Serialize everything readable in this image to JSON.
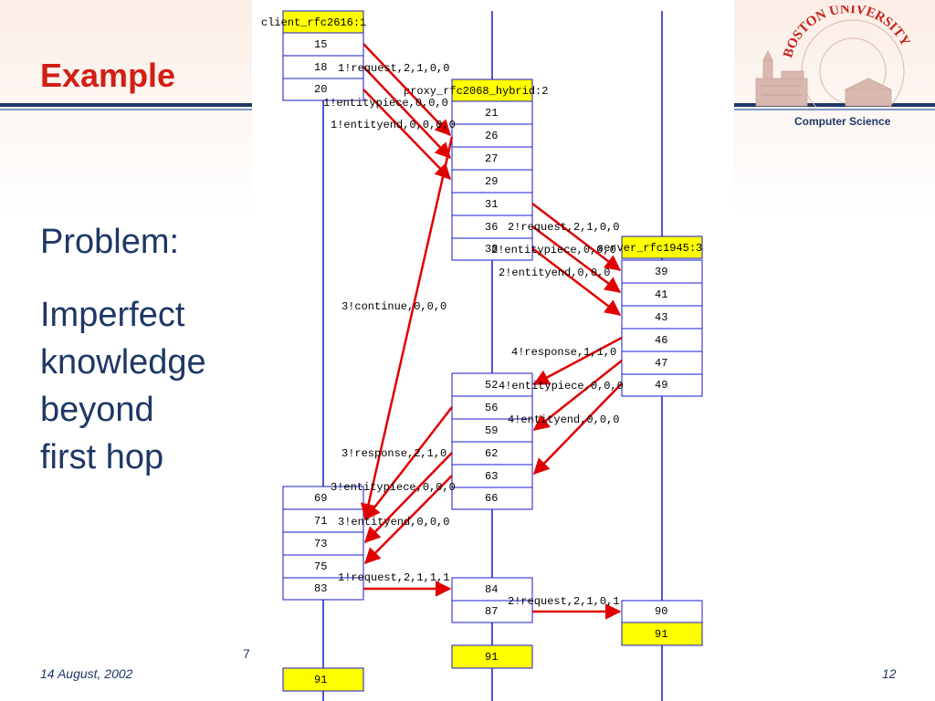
{
  "slide": {
    "title": "Example",
    "problem_label": "Problem:",
    "body_lines": [
      "Imperfect",
      "knowledge",
      "beyond",
      "first hop"
    ],
    "date": "14 August, 2002",
    "page_number": "12",
    "partial_footer": "7",
    "logo_text": "BOSTON UNIVERSITY",
    "department": "Computer Science"
  },
  "colors": {
    "title": "#d21e16",
    "text": "#1e3766",
    "lifeline": "#1a1acc",
    "box_border": "#1a1acc",
    "header_fill": "#ffff00",
    "arrow": "#e00000"
  },
  "diagram": {
    "lifelines": [
      {
        "header": "client_rfc2616:1",
        "boxes": [
          {
            "label": "15"
          },
          {
            "label": "18"
          },
          {
            "label": "20"
          },
          {
            "label": "69"
          },
          {
            "label": "71"
          },
          {
            "label": "73"
          },
          {
            "label": "75"
          },
          {
            "label": "83"
          },
          {
            "label": "91"
          }
        ]
      },
      {
        "header": "proxy_rfc2068_hybrid:2",
        "boxes": [
          {
            "label": "21"
          },
          {
            "label": "26"
          },
          {
            "label": "27"
          },
          {
            "label": "29"
          },
          {
            "label": "31"
          },
          {
            "label": "36"
          },
          {
            "label": "38"
          },
          {
            "label": "52"
          },
          {
            "label": "56"
          },
          {
            "label": "59"
          },
          {
            "label": "62"
          },
          {
            "label": "63"
          },
          {
            "label": "66"
          },
          {
            "label": "84"
          },
          {
            "label": "87"
          },
          {
            "label": "91"
          }
        ]
      },
      {
        "header": "server_rfc1945:3",
        "boxes": [
          {
            "label": "39"
          },
          {
            "label": "41"
          },
          {
            "label": "43"
          },
          {
            "label": "46"
          },
          {
            "label": "47"
          },
          {
            "label": "49"
          },
          {
            "label": "90"
          },
          {
            "label": "91"
          }
        ]
      }
    ],
    "messages": [
      {
        "label": "1!request,2,1,0,0"
      },
      {
        "label": "1!entitypiece,0,0,0"
      },
      {
        "label": "1!entityend,0,0,0,0"
      },
      {
        "label": "2!request,2,1,0,0"
      },
      {
        "label": "2!entitypiece,0,0,0"
      },
      {
        "label": "2!entityend,0,0,0"
      },
      {
        "label": "3!continue,0,0,0"
      },
      {
        "label": "4!response,1,1,0"
      },
      {
        "label": "4!entitypiece,0,0,0"
      },
      {
        "label": "4!entityend,0,0,0"
      },
      {
        "label": "3!response,2,1,0"
      },
      {
        "label": "3!entitypiece,0,0,0"
      },
      {
        "label": "3!entityend,0,0,0"
      },
      {
        "label": "1!request,2,1,1,1"
      },
      {
        "label": "2!request,2,1,0,1"
      }
    ]
  }
}
